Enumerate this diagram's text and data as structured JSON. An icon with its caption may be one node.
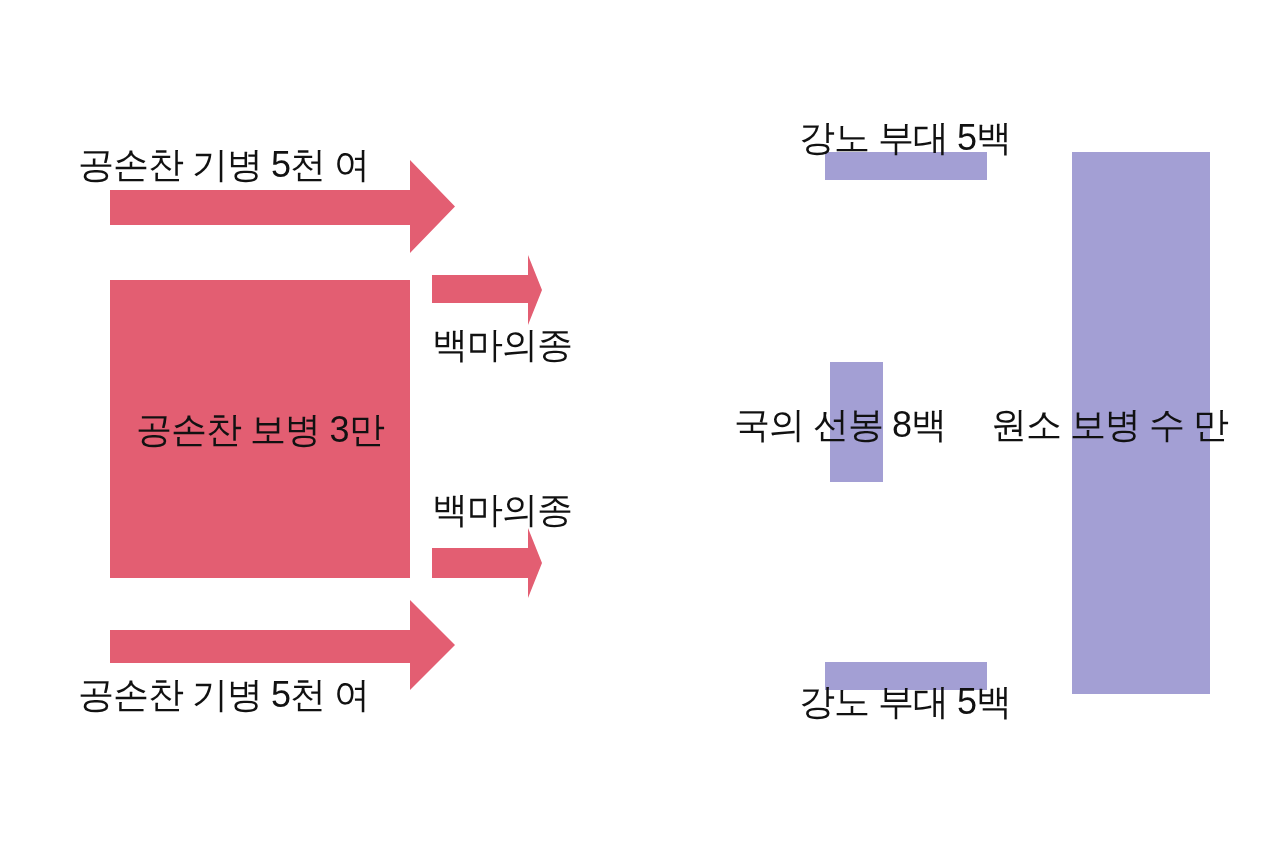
{
  "diagram": {
    "nodes": [
      {
        "text": [
          "공손찬 보병 3만"
        ]
      },
      {
        "text": [
          "강노 부대 5백"
        ]
      },
      {
        "text": [
          "국의 선봉 8백"
        ]
      },
      {
        "text": [
          "강노 부대 5백"
        ]
      },
      {
        "text": [
          "원소 보병 수 만"
        ]
      }
    ],
    "labels": [
      "공손찬 기병 5천 여",
      "백마의종",
      "백마의종",
      "공손찬 기병 5천 여"
    ]
  }
}
